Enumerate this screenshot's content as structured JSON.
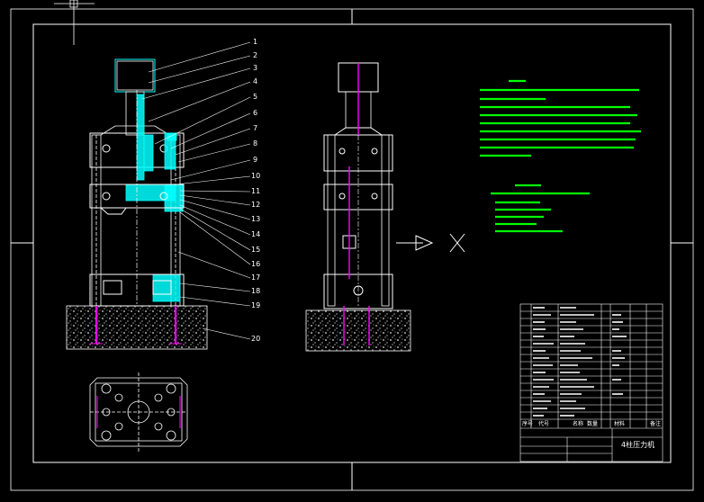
{
  "drawing": {
    "callout_numbers": [
      "1",
      "2",
      "3",
      "4",
      "5",
      "6",
      "7",
      "8",
      "9",
      "10",
      "11",
      "12",
      "13",
      "14",
      "15",
      "16",
      "17",
      "18",
      "19",
      "20"
    ],
    "title_block": {
      "title": "4柱压力机",
      "header_cells": [
        "序号",
        "代号",
        "名称",
        "数量",
        "材料",
        "备注"
      ]
    },
    "colors": {
      "background": "#000000",
      "frame": "#ffffff",
      "note_text": "#00ff00",
      "section_fill": "#00ffff",
      "rod": "#ff00ff",
      "leader": "#ffffff"
    }
  }
}
